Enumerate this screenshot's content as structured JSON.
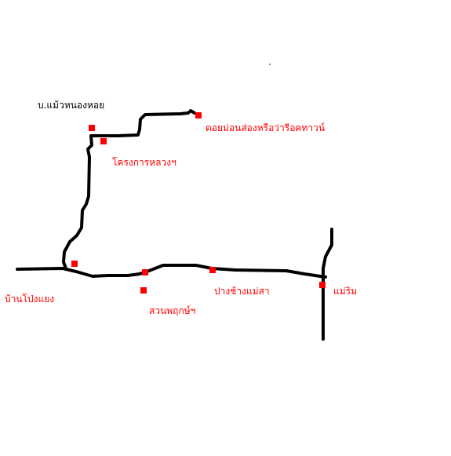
{
  "map": {
    "colors": {
      "background": "#ffffff",
      "road": "#000000",
      "marker": "#ff0000",
      "label_place": "#000000",
      "label_poi": "#ff0000"
    },
    "labels": {
      "ban_maew_nong_hoi": "บ.แม้วหนองหอย",
      "doi_mon": "ดอยม่อนส่องหรือว่ารีอคทาวน์",
      "royal_project": "โครงการหลวงฯ",
      "ban_pong_yaeng": "บ้านโป่งแยง",
      "suan_phruksa": "สวนพฤกษ์ฯ",
      "pang_chang_mae_sa": "ปางช้างแม่สา",
      "mae_rim": "แม่ริม"
    },
    "icons": {
      "marker": "square-marker-icon",
      "road": "road-line"
    }
  }
}
